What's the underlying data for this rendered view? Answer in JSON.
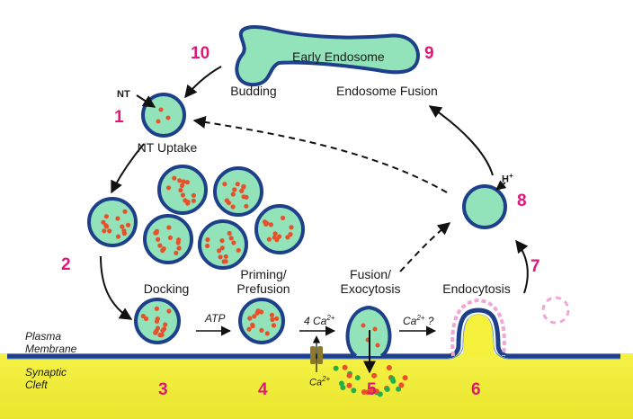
{
  "labels": {
    "early_endosome": "Early Endosome",
    "budding": "Budding",
    "endosome_fusion": "Endosome Fusion",
    "nt": "NT",
    "nt_uptake": "NT Uptake",
    "docking": "Docking",
    "priming": "Priming/",
    "prefusion": "Prefusion",
    "fusion": "Fusion/",
    "exocytosis": "Exocytosis",
    "endocytosis": "Endocytosis",
    "atp": "ATP",
    "four_ca_base": "4 Ca",
    "ca_base": "Ca",
    "ca_sup": "2+",
    "ca_question_suffix": " ?",
    "h_base": "H",
    "h_sup": "+",
    "plasma": "Plasma",
    "membrane": "Membrane",
    "synaptic": "Synaptic",
    "cleft": "Cleft"
  },
  "steps": [
    "1",
    "2",
    "3",
    "4",
    "5",
    "6",
    "7",
    "8",
    "9",
    "10"
  ],
  "colors": {
    "vesicle_fill": "#93e3ba",
    "vesicle_outline": "#1e3f8a",
    "nt_dot": "#e8502a",
    "cleft": "#f4f03c",
    "step_number": "#e0167a",
    "arrow": "#111111",
    "release_green": "#22b04b",
    "release_red": "#e8502a",
    "channel": "#8a7a2a",
    "pink_halo": "#f2a6d6"
  }
}
